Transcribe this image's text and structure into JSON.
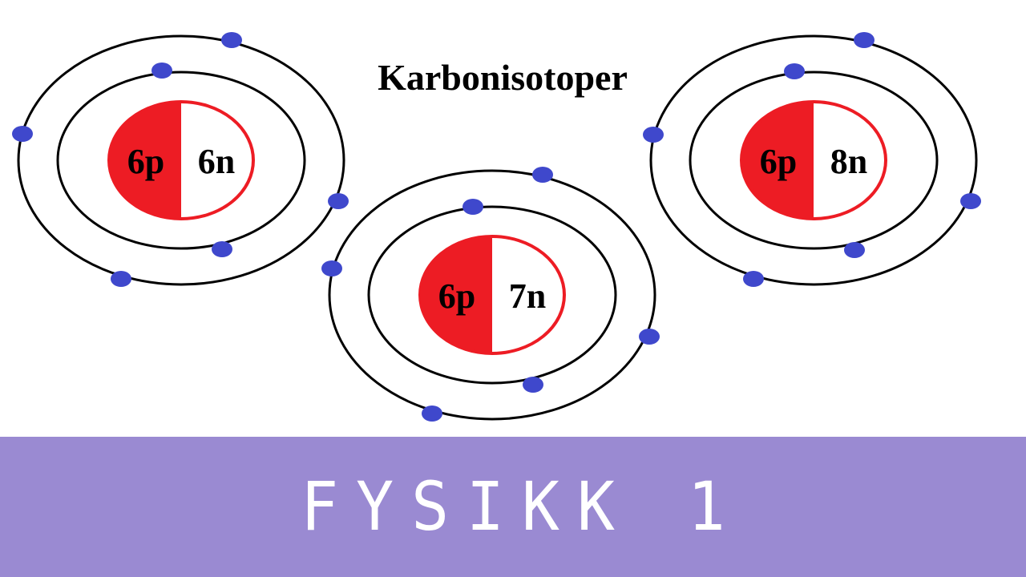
{
  "title": "Karbonisotoper",
  "colors": {
    "proton": "#ed1c24",
    "neutron": "#ffffff",
    "nucleus_outline": "#ed1c24",
    "orbit": "#000000",
    "electron": "#3f48cc",
    "banner": "#9a8ad2",
    "banner_text": "#ffffff"
  },
  "atoms": [
    {
      "proton_label": "6p",
      "neutron_label": "6n",
      "electrons": 6
    },
    {
      "proton_label": "6p",
      "neutron_label": "7n",
      "electrons": 6
    },
    {
      "proton_label": "6p",
      "neutron_label": "8n",
      "electrons": 6
    }
  ],
  "banner": {
    "text": "FYSIKK 1"
  }
}
